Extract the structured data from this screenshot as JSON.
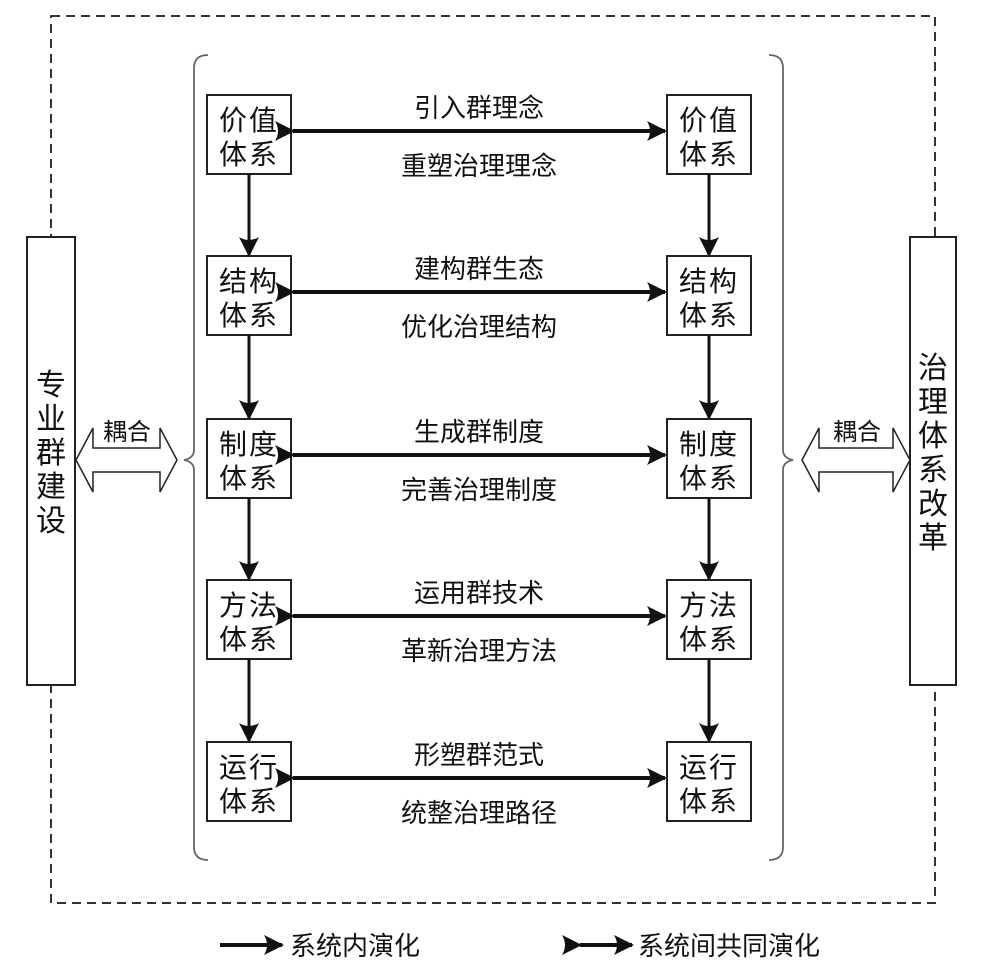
{
  "left_system": {
    "label": [
      "专",
      "业",
      "群",
      "建",
      "设"
    ]
  },
  "right_system": {
    "label": [
      "治",
      "理",
      "体",
      "系",
      "改",
      "革"
    ]
  },
  "coupling_left": "耦合",
  "coupling_right": "耦合",
  "rows": [
    {
      "box_line1": "价值",
      "box_line2": "体系",
      "top_label": "引入群理念",
      "bottom_label": "重塑治理理念"
    },
    {
      "box_line1": "结构",
      "box_line2": "体系",
      "top_label": "建构群生态",
      "bottom_label": "优化治理结构"
    },
    {
      "box_line1": "制度",
      "box_line2": "体系",
      "top_label": "生成群制度",
      "bottom_label": "完善治理制度"
    },
    {
      "box_line1": "方法",
      "box_line2": "体系",
      "top_label": "运用群技术",
      "bottom_label": "革新治理方法"
    },
    {
      "box_line1": "运行",
      "box_line2": "体系",
      "top_label": "形塑群范式",
      "bottom_label": "统整治理路径"
    }
  ],
  "legend": {
    "single_arrow_label": "系统内演化",
    "double_arrow_label": "系统间共同演化"
  }
}
